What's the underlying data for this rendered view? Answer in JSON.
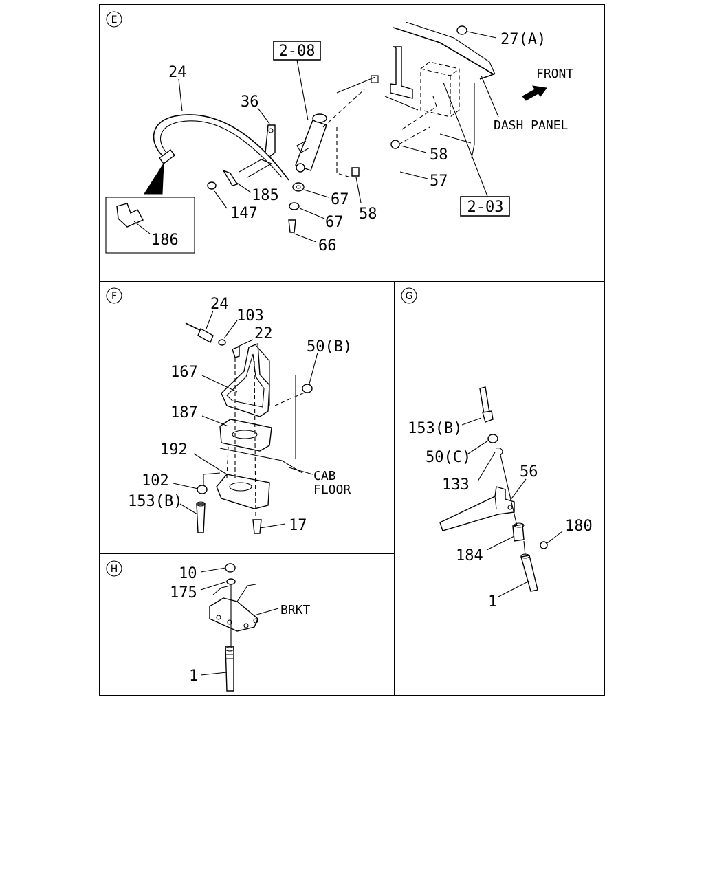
{
  "sections": {
    "E": {
      "marker": "E",
      "labels": {
        "l24": "24",
        "l36": "36",
        "ref208": "2-08",
        "l27a": "27(A)",
        "front": "FRONT",
        "dash_panel": "DASH PANEL",
        "l58a": "58",
        "l57": "57",
        "l58b": "58",
        "ref203": "2-03",
        "l67a": "67",
        "l67b": "67",
        "l66": "66",
        "l185": "185",
        "l147": "147",
        "l186": "186"
      }
    },
    "F": {
      "marker": "F",
      "labels": {
        "l24": "24",
        "l103": "103",
        "l22": "22",
        "l50b": "50(B)",
        "l167": "167",
        "l187": "187",
        "l192": "192",
        "cab": "CAB",
        "floor": "FLOOR",
        "l102": "102",
        "l153b": "153(B)",
        "l17": "17"
      }
    },
    "G": {
      "marker": "G",
      "labels": {
        "l153b": "153(B)",
        "l50c": "50(C)",
        "l133": "133",
        "l56": "56",
        "l180": "180",
        "l184": "184",
        "l1": "1"
      }
    },
    "H": {
      "marker": "H",
      "labels": {
        "l10": "10",
        "l175": "175",
        "brkt": "BRKT",
        "l1": "1"
      }
    }
  },
  "icons": {
    "front_arrow": "arrow-right-icon"
  }
}
